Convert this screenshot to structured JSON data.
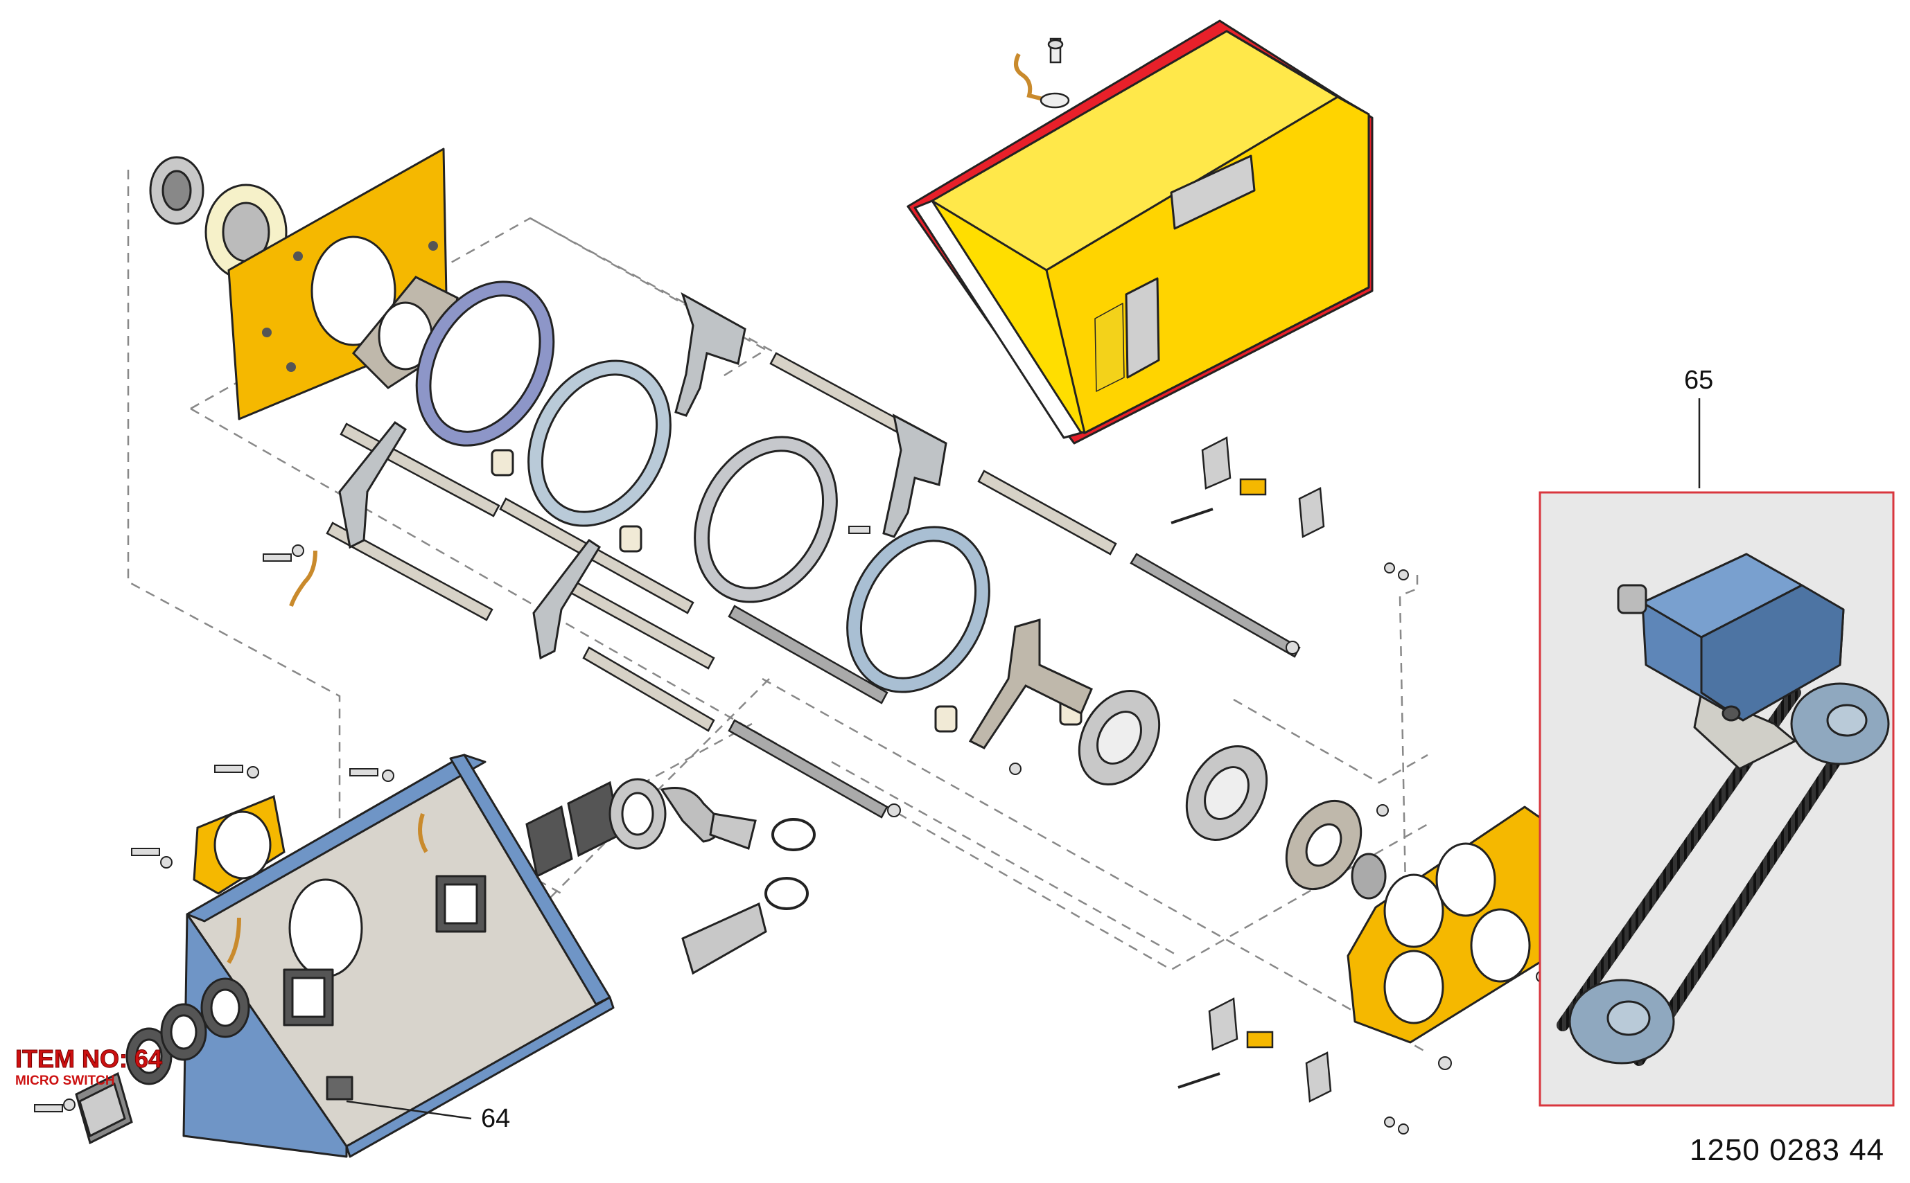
{
  "callouts": {
    "assembly": "65",
    "micro_switch": "64"
  },
  "drawing_number": "1250 0283 44",
  "item_tag": {
    "title": "ITEM NO: 64",
    "subtitle": "MICRO SWITCH"
  },
  "colors": {
    "hood_yellow": "#ffde00",
    "hood_red": "#e8202a",
    "plate_orange": "#f5b800",
    "box_blue": "#6f95c6",
    "box_inner": "#d8d4cc",
    "ring_blue": "#8d96c8",
    "ring_grey": "#b9cad8",
    "motor_blue": "#5e86b8",
    "inset_bg": "#e8e8e8",
    "inset_border": "#d9363e",
    "tag_red": "#cc1010"
  }
}
